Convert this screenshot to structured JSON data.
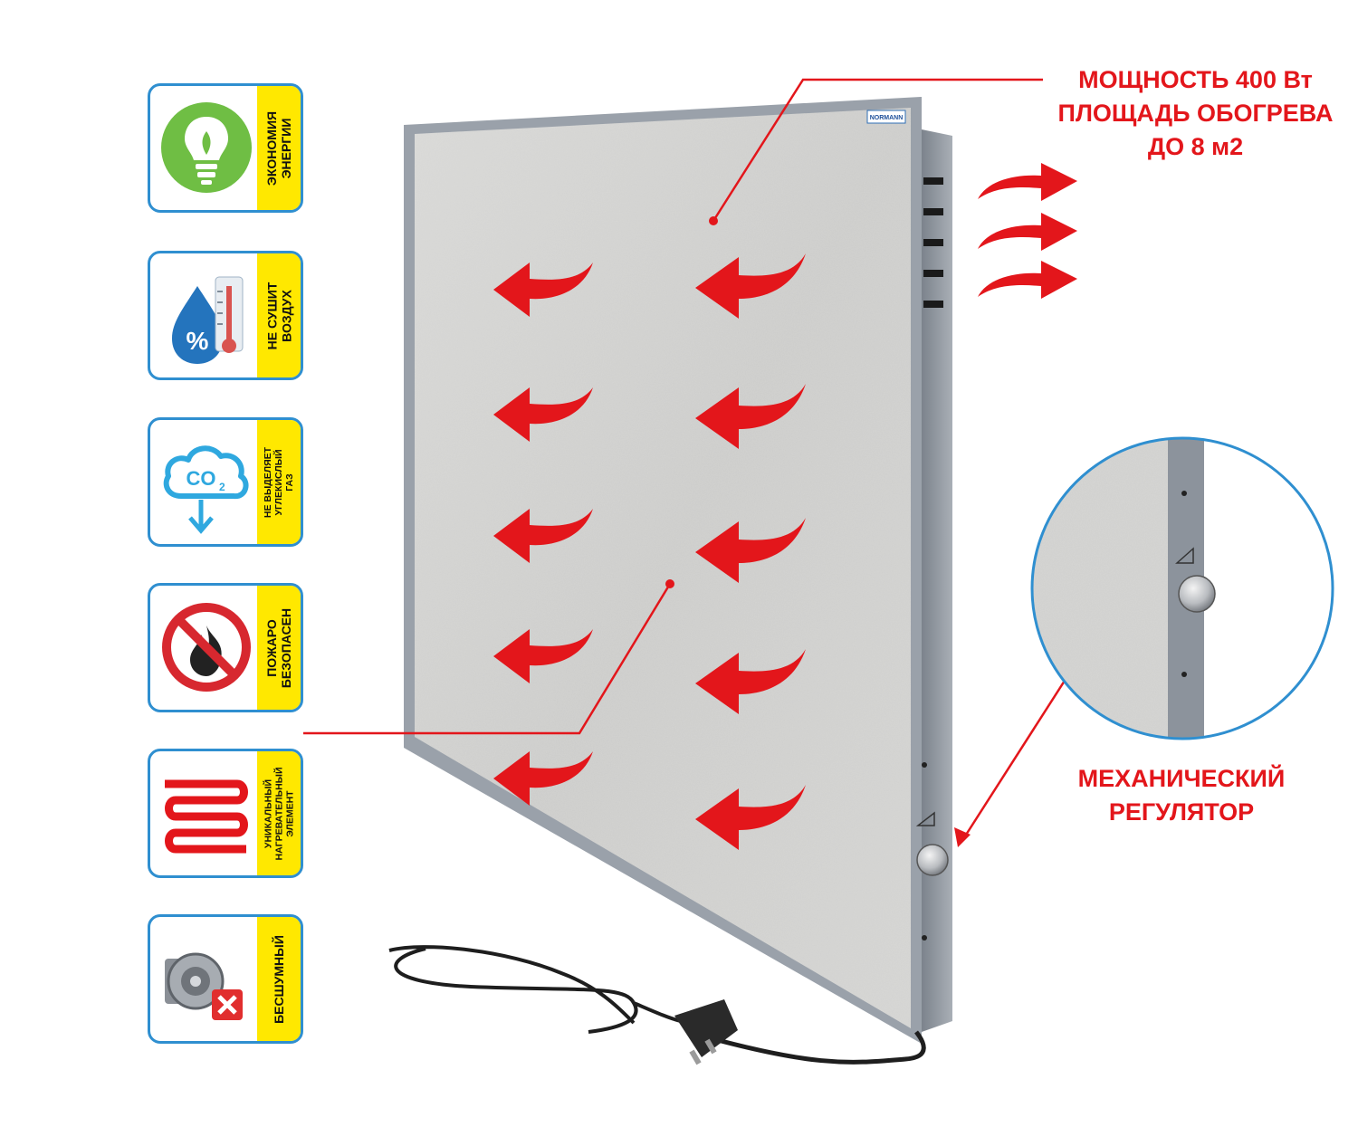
{
  "badges": [
    {
      "name": "energy-saving",
      "text": "ЭКОНОМИЯ\nЭНЕРГИИ",
      "icon": "lightbulb-leaf-icon",
      "small": false
    },
    {
      "name": "no-dry-air",
      "text": "НЕ СУШИТ\nВОЗДУХ",
      "icon": "humidity-drop-icon",
      "small": false
    },
    {
      "name": "no-co2",
      "text": "НЕ ВЫДЕЛЯЕТ\nУГЛЕКИСЛЫЙ\nГАЗ",
      "icon": "co2-cloud-icon",
      "co2_label": "CO",
      "co2_sub": "2",
      "small": true
    },
    {
      "name": "fire-safe",
      "text": "ПОЖАРО\nБЕЗОПАСЕН",
      "icon": "no-fire-icon",
      "small": false
    },
    {
      "name": "heating-element",
      "text": "УНИКАЛЬНЫЙ\nНАГРЕВАТЕЛЬНЫЙ\nЭЛЕМЕНТ",
      "icon": "heating-coil-icon",
      "small": true
    },
    {
      "name": "silent",
      "text": "БЕСШУМНЫЙ",
      "icon": "speaker-mute-icon",
      "small": false
    }
  ],
  "power_callout": {
    "lines": [
      "МОЩНОСТЬ 400 Вт",
      "ПЛОЩАДЬ ОБОГРЕВА",
      "ДО 8 м2"
    ]
  },
  "regulator_callout": {
    "lines": [
      "МЕХАНИЧЕСКИЙ",
      "РЕГУЛЯТОР"
    ]
  },
  "brand": "NORMANN",
  "colors": {
    "accent_red": "#e3161b",
    "badge_border": "#2f8fd0",
    "badge_label_bg": "#ffe800",
    "panel_stone": "#cfcfcd",
    "frame": "#9aa1aa"
  }
}
